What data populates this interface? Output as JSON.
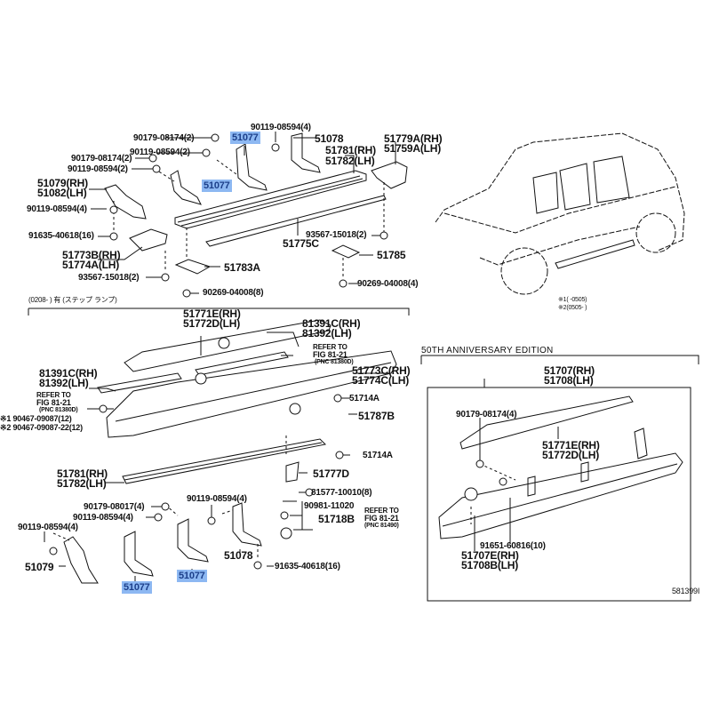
{
  "diagram": {
    "figure_id": "581399I",
    "section_note": "(0208-      ) 有 (ステップ ランプ)",
    "footnotes": [
      "※1(      -0505)",
      "※2(0505-      )"
    ],
    "anniversary_title": "50TH ANNIVERSARY EDITION",
    "highlight_color": "#8db8f2",
    "top": {
      "p1": "90179-08174(2)",
      "p2": "90119-08594(2)",
      "p3": "90179-08174(2)",
      "p4": "90119-08594(2)",
      "p5": "51077",
      "p6": "51077",
      "p7": "90119-08594(4)",
      "p8": "51078",
      "p9": [
        "51781(RH)",
        "51782(LH)"
      ],
      "p10": [
        "51779A(RH)",
        "51759A(LH)"
      ],
      "p11": [
        "51079(RH)",
        "51082(LH)"
      ],
      "p12": "90119-08594(4)",
      "p13": "91635-40618(16)",
      "p14": "51775C",
      "p15": "93567-15018(2)",
      "p16": "51785",
      "p17": [
        "51773B(RH)",
        "51774A(LH)"
      ],
      "p18": "51783A",
      "p19": "93567-15018(2)",
      "p20": "90269-04008(4)",
      "p21": "90269-04008(8)"
    },
    "mid": {
      "p1": [
        "51771E(RH)",
        "51772D(LH)"
      ],
      "p2": [
        "81391C(RH)",
        "81392(LH)"
      ],
      "p3": [
        "REFER TO",
        "FIG 81-21",
        "(PNC 81380D)"
      ],
      "p4": [
        "51773C(RH)",
        "51774C(LH)"
      ],
      "p5": [
        "81391C(RH)",
        "81392(LH)"
      ],
      "p6": [
        "REFER TO",
        "FIG 81-21",
        "(PNC 81380D)"
      ],
      "p7": "51714A",
      "p8": "※1 90467-09087(12)",
      "p9": "※2 90467-09087-22(12)",
      "p10": "51787B",
      "p11": "51714A"
    },
    "bottom": {
      "p1": [
        "51781(RH)",
        "51782(LH)"
      ],
      "p2": "51777D",
      "p3": "81577-10010(8)",
      "p4": "90179-08017(4)",
      "p5": "90119-08594(4)",
      "p6": "90119-08594(4)",
      "p7": "90119-08594(4)",
      "p8": "90981-11020",
      "p9": "51718B",
      "p10": [
        "REFER TO",
        "FIG 81-21",
        "(PNC 81490)"
      ],
      "p11": "51079",
      "p12": "51077",
      "p13": "51077",
      "p14": "51078",
      "p15": "91635-40618(16)"
    },
    "anniv": {
      "p1": [
        "51707(RH)",
        "51708(LH)"
      ],
      "p2": "90179-08174(4)",
      "p3": [
        "51771E(RH)",
        "51772D(LH)"
      ],
      "p4": "91651-60816(10)",
      "p5": [
        "51707E(RH)",
        "51708B(LH)"
      ]
    }
  }
}
